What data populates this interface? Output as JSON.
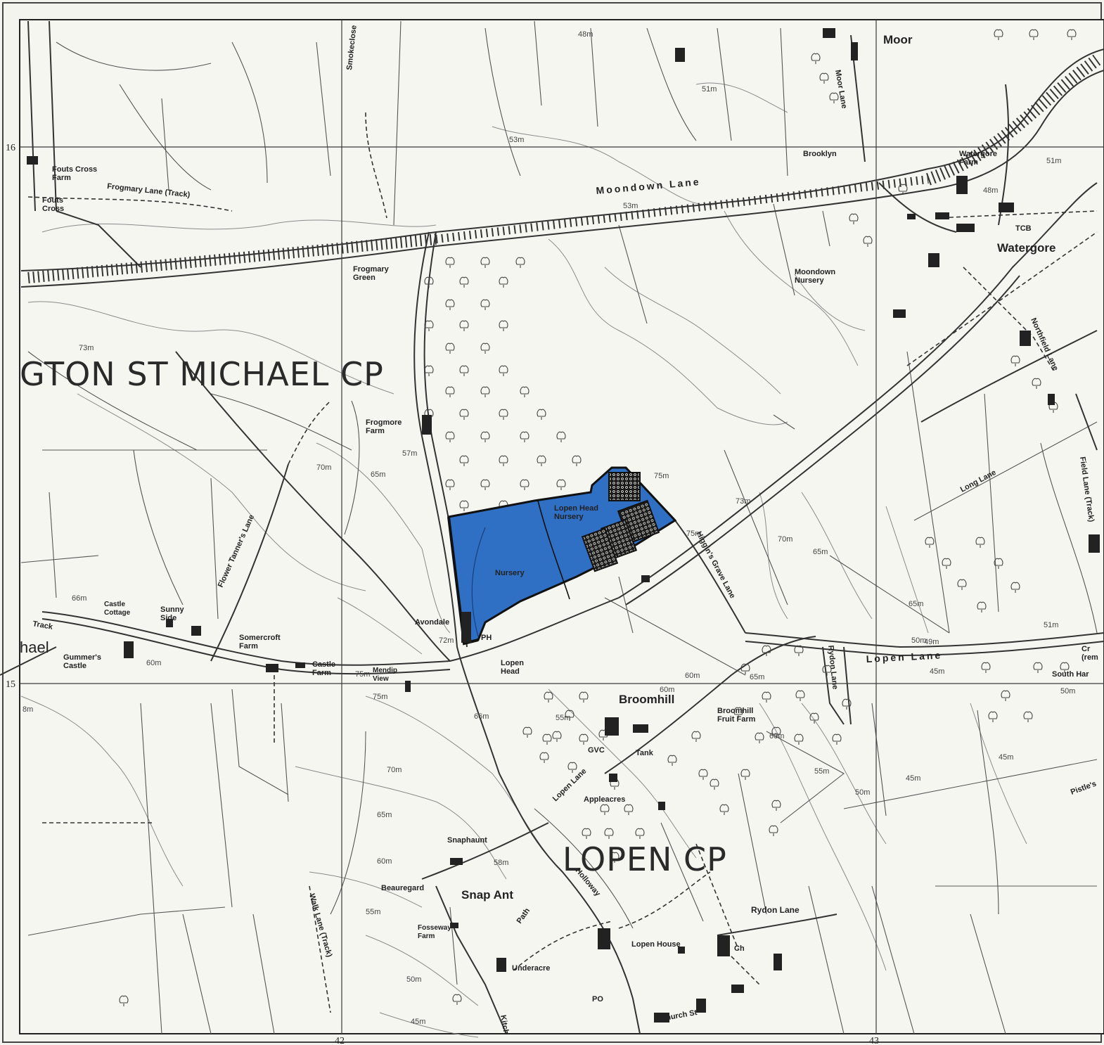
{
  "map": {
    "highlight_color": "#2f6fc4",
    "grid": {
      "north_labels": [
        {
          "text": "16"
        },
        {
          "text": "15"
        }
      ],
      "east_labels": [
        {
          "text": "42"
        },
        {
          "text": "43"
        }
      ]
    },
    "parish_labels": {
      "north": "GTON ST MICHAEL CP",
      "south": "LOPEN  CP",
      "west_fragment": "hael"
    },
    "places": {
      "moor": "Moor",
      "watergore": "Watergore",
      "broomhill": "Broomhill",
      "snap_ant": "Snap Ant",
      "lopen_head": "Lopen\nHead",
      "fouts_cross_farm": "Fouts Cross\nFarm",
      "fouts_cross": "Fouts\nCross",
      "frogmary_green": "Frogmary\nGreen",
      "frogmore_farm": "Frogmore\nFarm",
      "moondown_nursery": "Moondown\nNursery",
      "watergore_farm": "Watergore\nFarm",
      "brooklyn": "Brooklyn",
      "lopen_head_nursery": "Lopen Head\nNursery",
      "nursery": "Nursery",
      "castle_cottage": "Castle\nCottage",
      "sunny_side": "Sunny\nSide",
      "somercroft_farm": "Somercroft\nFarm",
      "castle_farm": "Castle\nFarm",
      "mendip_view": "Mendip\nView",
      "gummers_castle": "Gummer's\nCastle",
      "avondale": "Avondale",
      "broomhill_fruit_farm": "Broomhill\nFruit Farm",
      "applacres": "Appleacres",
      "snaphaunt": "Snaphaunt",
      "beauregard": "Beauregard",
      "fosseway_farm": "Fosseway\nFarm",
      "underacre": "Underacre",
      "lopen_house": "Lopen House",
      "south_harp": "South Har",
      "cr_rem": "Cr\n(rem",
      "tcb": "TCB",
      "gvc": "GVC",
      "tank": "Tank",
      "ph": "PH",
      "po": "PO",
      "ch": "Ch"
    },
    "roads": {
      "frogmary_lane": "Frogmary Lane (Track)",
      "moondown_lane": "Moondown Lane",
      "moor_lane": "Moor Lane",
      "smokeclose": "Smokeclose",
      "flower_tanners_lane": "Flower Tanner's Lane",
      "higgins_grave_lane": "Higgin's Grave Lane",
      "lopen_lane": "Lopen Lane",
      "rydon_lane": "Rydon Lane",
      "rydon_lane_s": "Rydon Lane",
      "long_lane": "Long Lane",
      "field_lane": "Field Lane (Track)",
      "northfield_lane": "Northfield Lane",
      "walk_lane": "Walk Lane (Track)",
      "holloway": "Holloway",
      "lopen_lane_s": "Lopen Lane",
      "kitch": "Kitch",
      "track": "Track",
      "path": "Path",
      "church_st": "Church St",
      "pistles": "Pistle's"
    },
    "heights": [
      "48m",
      "53m",
      "51m",
      "48m",
      "53m",
      "51m",
      "73m",
      "57m",
      "70m",
      "65m",
      "75m",
      "73m",
      "75m",
      "70m",
      "65m",
      "66m",
      "60m",
      "72m",
      "75m",
      "75m",
      "60m",
      "66m",
      "55m",
      "60m",
      "65m",
      "65m",
      "50m",
      "49m",
      "51m",
      "45m",
      "50m",
      "60m",
      "55m",
      "50m",
      "45m",
      "45m",
      "70m",
      "65m",
      "60m",
      "58m",
      "55m",
      "50m",
      "45m",
      "8m"
    ]
  }
}
